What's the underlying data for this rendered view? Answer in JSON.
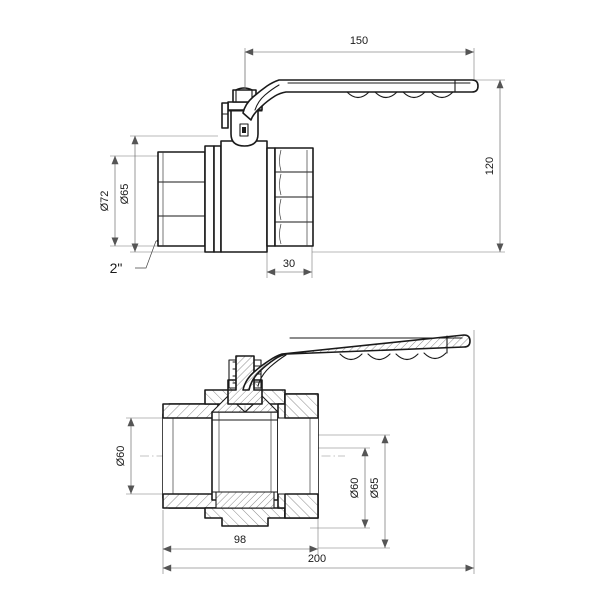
{
  "drawing": {
    "title": "Ball valve technical drawing",
    "background_color": "#ffffff",
    "line_color": "#1a1a1a",
    "dim_line_color": "#555555",
    "views": [
      {
        "name": "side-elevation-view",
        "description": "Ball valve side elevation with lever handle"
      },
      {
        "name": "section-view",
        "description": "Ball valve cross-section with lever handle"
      }
    ]
  },
  "dimensions": {
    "top_length": "150",
    "right_height": "120",
    "body_outer_dia": "Ø72",
    "body_inner_dia": "Ø65",
    "thread_size": "2\"",
    "center_width": "30",
    "section_left_dia": "Ø60",
    "section_right_dia_inner": "Ø60",
    "section_right_dia_outer": "Ø65",
    "section_mid_length": "98",
    "section_total_length": "200"
  },
  "icons": {
    "arrow": "dimension-arrow",
    "centerline": "centerline-dash"
  }
}
